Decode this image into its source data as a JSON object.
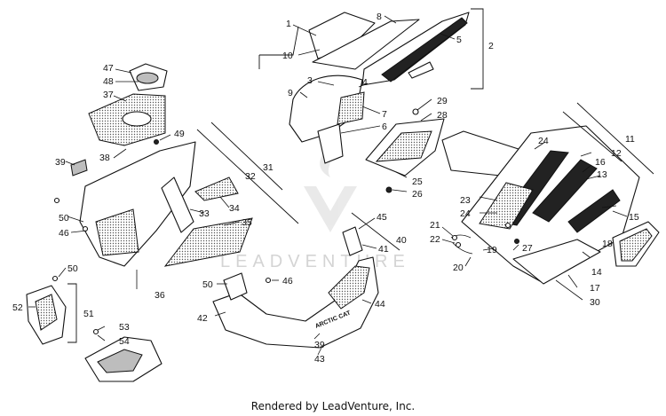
{
  "watermark": "LEADVENTURE",
  "decal_text": "ARCTIC CAT",
  "footer": "Rendered by LeadVenture, Inc.",
  "callouts": {
    "c1": "1",
    "c2": "2",
    "c3": "3",
    "c4": "4",
    "c5": "5",
    "c6": "6",
    "c7": "7",
    "c8": "8",
    "c9": "9",
    "c10": "10",
    "c11": "11",
    "c12": "12",
    "c13": "13",
    "c14": "14",
    "c15": "15",
    "c16": "16",
    "c17": "17",
    "c18": "18",
    "c19": "19",
    "c20": "20",
    "c21": "21",
    "c22": "22",
    "c23": "23",
    "c24a": "24",
    "c24b": "24",
    "c25": "25",
    "c26": "26",
    "c27": "27",
    "c28": "28",
    "c29": "29",
    "c30": "30",
    "c31": "31",
    "c32": "32",
    "c33": "33",
    "c34": "34",
    "c35": "35",
    "c36": "36",
    "c37": "37",
    "c38": "38",
    "c39a": "39",
    "c39b": "39",
    "c40": "40",
    "c41": "41",
    "c42": "42",
    "c43": "43",
    "c44": "44",
    "c45": "45",
    "c46a": "46",
    "c46b": "46",
    "c47": "47",
    "c48": "48",
    "c49": "49",
    "c50a": "50",
    "c50b": "50",
    "c50c": "50",
    "c51": "51",
    "c52": "52",
    "c53": "53",
    "c54": "54"
  }
}
